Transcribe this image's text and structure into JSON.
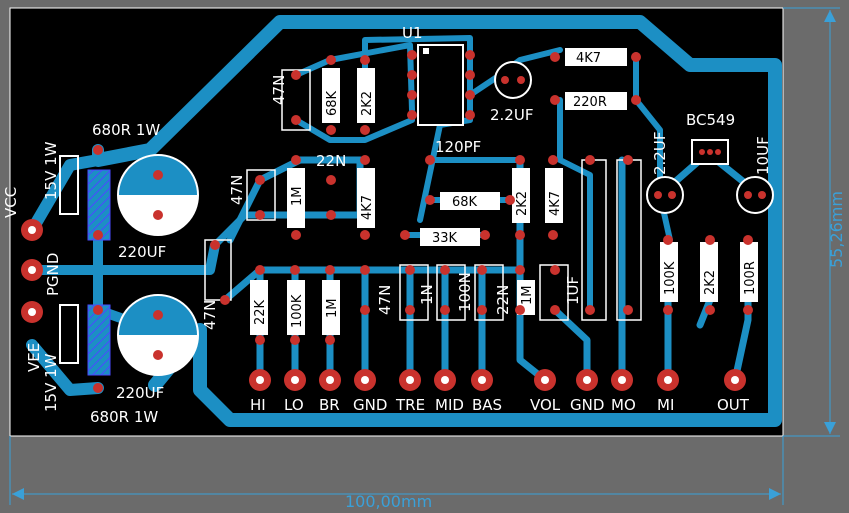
{
  "dimensions": {
    "width": "100,00mm",
    "height": "55,26mm"
  },
  "ic": {
    "ref": "U1"
  },
  "power": {
    "vcc": "VCC",
    "pgnd": "PGND",
    "vee": "VEE",
    "r_top": "680R 1W",
    "r_bottom": "680R 1W",
    "zener_top": "15V 1W",
    "zener_bottom": "15V 1W",
    "cap_top": "220UF",
    "cap_bottom": "220UF"
  },
  "components": [
    {
      "id": "r-4k7-top",
      "label": "4K7"
    },
    {
      "id": "r-220r",
      "label": "220R"
    },
    {
      "id": "c-2u2-a",
      "label": "2.2UF"
    },
    {
      "id": "c-2u2-b",
      "label": "2.2UF"
    },
    {
      "id": "c-10uf",
      "label": "10UF"
    },
    {
      "id": "q-bc549",
      "label": "BC549"
    },
    {
      "id": "c-120pf",
      "label": "120PF"
    },
    {
      "id": "r-68k-a",
      "label": "68K"
    },
    {
      "id": "r-68k-b",
      "label": "68K"
    },
    {
      "id": "r-2k2-a",
      "label": "2K2"
    },
    {
      "id": "r-2k2-b",
      "label": "2K2"
    },
    {
      "id": "r-2k2-c",
      "label": "2K2"
    },
    {
      "id": "r-4k7-a",
      "label": "4K7"
    },
    {
      "id": "r-4k7-b",
      "label": "4K7"
    },
    {
      "id": "r-33k",
      "label": "33K"
    },
    {
      "id": "r-1m-a",
      "label": "1M"
    },
    {
      "id": "r-1m-b",
      "label": "1M"
    },
    {
      "id": "r-1m-c",
      "label": "1M"
    },
    {
      "id": "r-22k",
      "label": "22K"
    },
    {
      "id": "r-100k-a",
      "label": "100K"
    },
    {
      "id": "r-100k-b",
      "label": "100K"
    },
    {
      "id": "r-100r",
      "label": "100R"
    },
    {
      "id": "c-47n-a",
      "label": "47N"
    },
    {
      "id": "c-47n-b",
      "label": "47N"
    },
    {
      "id": "c-47n-c",
      "label": "47N"
    },
    {
      "id": "c-47n-d",
      "label": "47N"
    },
    {
      "id": "c-22n-a",
      "label": "22N"
    },
    {
      "id": "c-22n-b",
      "label": "22N"
    },
    {
      "id": "c-1n",
      "label": "1N"
    },
    {
      "id": "c-100n",
      "label": "100N"
    },
    {
      "id": "c-1uf",
      "label": "1UF"
    }
  ],
  "connectors": [
    "HI",
    "LO",
    "BR",
    "GND",
    "TRE",
    "MID",
    "BAS",
    "VOL",
    "GND",
    "MO",
    "MI",
    "OUT"
  ]
}
